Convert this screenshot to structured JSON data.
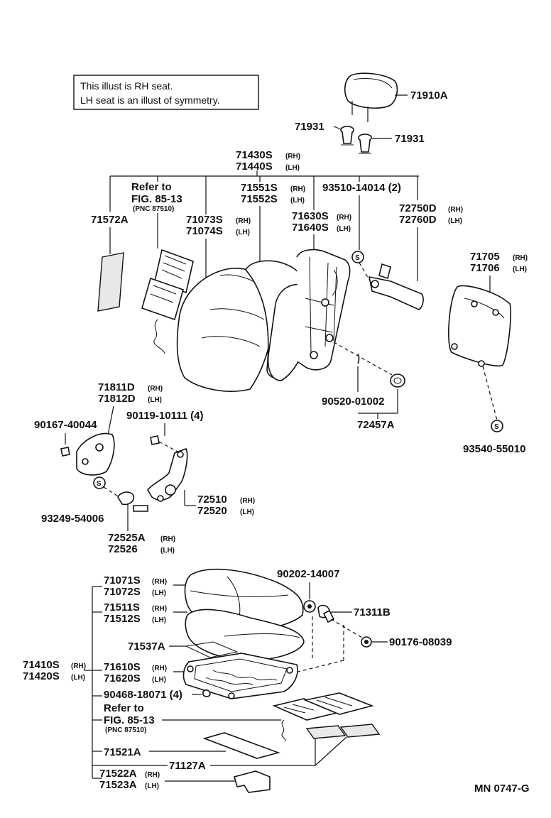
{
  "note": {
    "line1": "This illust is RH seat.",
    "line2": "LH seat is an illust of symmetry."
  },
  "labels": {
    "headrest": "71910A",
    "guide_l": "71931",
    "guide_r": "71931",
    "back_assy_rh": "71430S",
    "back_assy_lh": "71440S",
    "refer_top": "Refer to",
    "fig_top": "FIG. 85-13",
    "pnc_top": "(PNC 87510)",
    "back_cover_rh": "71551S",
    "back_cover_lh": "71552S",
    "screw_top": "93510-14014 (2)",
    "pad_back": "71572A",
    "back_pad_rh": "71073S",
    "back_pad_lh": "71074S",
    "back_frame_rh": "71630S",
    "back_frame_lh": "71640S",
    "lock_rh": "72750D",
    "lock_lh": "72760D",
    "board_rh": "71705",
    "board_lh": "71706",
    "clip": "90520-01002",
    "clip_set": "72457A",
    "clip_right": "93540-55010",
    "cover_side_rh": "71811D",
    "cover_side_lh": "71812D",
    "bolt_left": "90167-40044",
    "bolt_4": "90119-10111 (4)",
    "adjuster_rh": "72510",
    "adjuster_lh": "72520",
    "washer": "93249-54006",
    "knob_rh": "72525A",
    "knob_lh": "72526",
    "cushion_cover_rh": "71071S",
    "cushion_cover_lh": "71072S",
    "cushion_pad_rh": "71511S",
    "cushion_pad_lh": "71512S",
    "wire": "71537A",
    "cushion_frame_rh": "71610S",
    "cushion_frame_lh": "71620S",
    "clip_4": "90468-18071 (4)",
    "refer_bot": "Refer to",
    "fig_bot": "FIG. 85-13",
    "pnc_bot": "(PNC 87510)",
    "pad_a": "71521A",
    "pad_b": "71127A",
    "pad_c_rh": "71522A",
    "pad_c_lh": "71523A",
    "cushion_assy_rh": "71410S",
    "cushion_assy_lh": "71420S",
    "nut_top": "90202-14007",
    "holder": "71311B",
    "nut_right": "90176-08039",
    "rh": "(RH)",
    "lh": "(LH)",
    "s": "S",
    "code": "MN  0747-G"
  }
}
